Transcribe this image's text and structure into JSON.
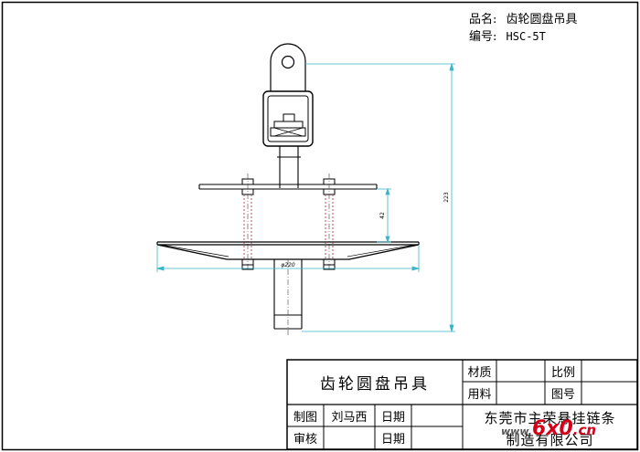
{
  "header": {
    "name_label": "品名:",
    "name_value": "齿轮圆盘吊具",
    "model_label": "编号:",
    "model_value": "HSC-5T"
  },
  "dimensions": {
    "width_dim": "φ220",
    "gap_dim": "42",
    "height_dim": "223"
  },
  "title_block": {
    "title": "齿轮圆盘吊具",
    "material_label": "材质",
    "ratio_label": "比例",
    "usage_label": "用料",
    "drawing_no_label": "图号",
    "drawn_label": "制图",
    "drawn_by": "刘马西",
    "date_label_1": "日期",
    "review_label": "审核",
    "date_label_2": "日期",
    "company_line1": "东莞市主荣悬挂链条",
    "company_line2": "制造有限公司"
  },
  "watermark": {
    "text_a": "www.",
    "text_b": "6x0",
    "text_c": ".cn"
  }
}
